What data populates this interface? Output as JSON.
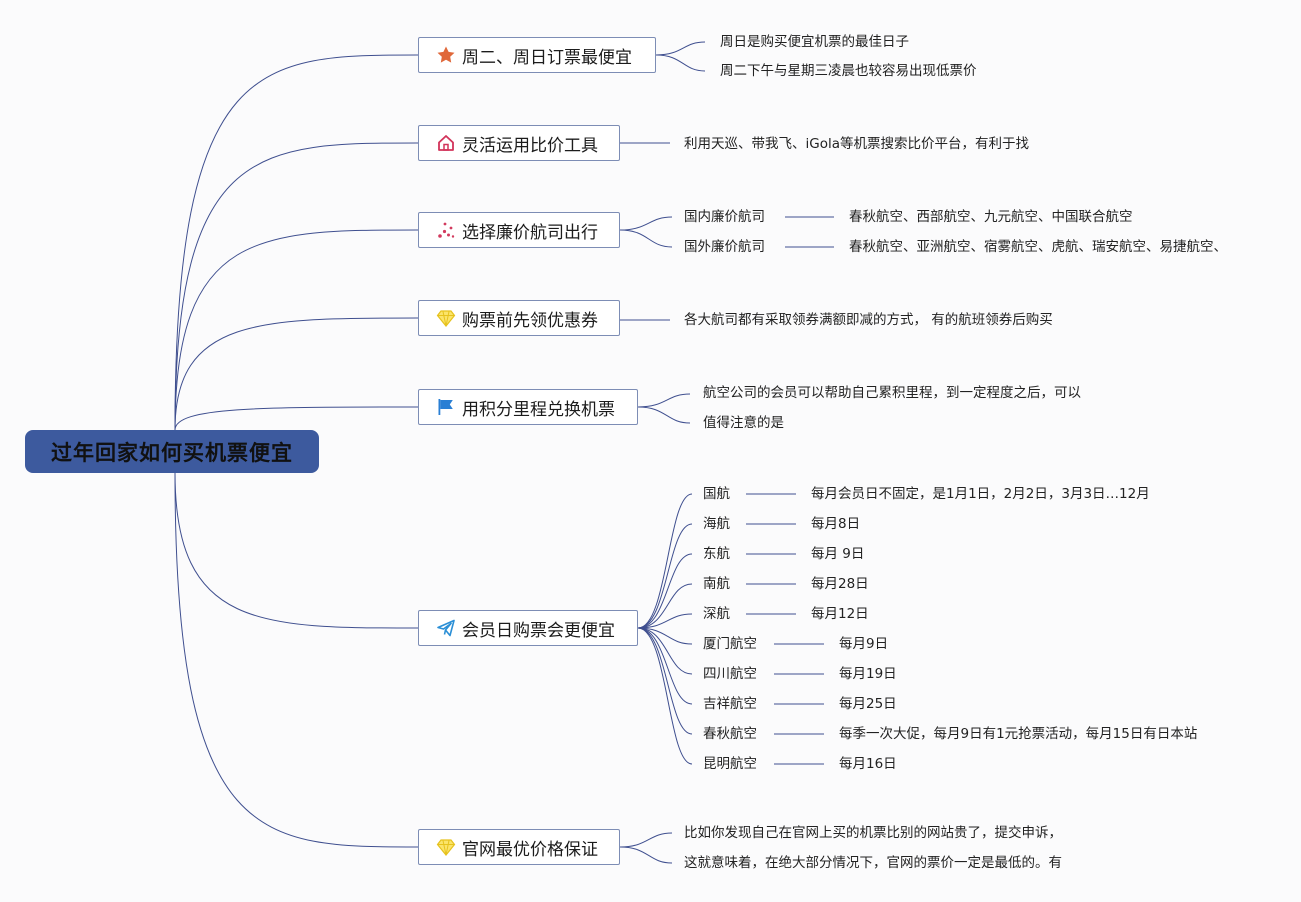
{
  "root": {
    "label": "过年回家如何买机票便宜"
  },
  "topics": [
    {
      "label": "周二、周日订票最便宜",
      "icon": "star-icon",
      "notes": [
        "周日是购买便宜机票的最佳日子",
        "周二下午与星期三凌晨也较容易出现低票价"
      ]
    },
    {
      "label": "灵活运用比价工具",
      "icon": "house-icon",
      "notes": [
        "利用天巡、带我飞、iGola等机票搜索比价平台，有利于找"
      ]
    },
    {
      "label": "选择廉价航司出行",
      "icon": "sparkle-icon",
      "pairs": [
        {
          "label": "国内廉价航司",
          "value": "春秋航空、西部航空、九元航空、中国联合航空"
        },
        {
          "label": "国外廉价航司",
          "value": "春秋航空、亚洲航空、宿雾航空、虎航、瑞安航空、易捷航空、"
        }
      ]
    },
    {
      "label": "购票前先领优惠券",
      "icon": "diamond-icon",
      "notes": [
        "各大航司都有采取领券满额即减的方式， 有的航班领券后购买"
      ]
    },
    {
      "label": "用积分里程兑换机票",
      "icon": "flag-icon",
      "notes": [
        "航空公司的会员可以帮助自己累积里程，到一定程度之后，可以",
        "值得注意的是"
      ]
    },
    {
      "label": "会员日购票会更便宜",
      "icon": "paper-plane-icon",
      "pairs": [
        {
          "label": "国航",
          "value": "每月会员日不固定，是1月1日，2月2日，3月3日…12月"
        },
        {
          "label": "海航",
          "value": "每月8日"
        },
        {
          "label": "东航",
          "value": "每月 9日"
        },
        {
          "label": "南航",
          "value": "每月28日"
        },
        {
          "label": "深航",
          "value": "每月12日"
        },
        {
          "label": "厦门航空",
          "value": "每月9日"
        },
        {
          "label": "四川航空",
          "value": "每月19日"
        },
        {
          "label": "吉祥航空",
          "value": "每月25日"
        },
        {
          "label": "春秋航空",
          "value": "每季一次大促，每月9日有1元抢票活动，每月15日有日本站"
        },
        {
          "label": "昆明航空",
          "value": "每月16日"
        }
      ]
    },
    {
      "label": "官网最优价格保证",
      "icon": "diamond-icon",
      "notes": [
        "比如你发现自己在官网上买的机票比别的网站贵了，提交申诉，",
        "这就意味着，在绝大部分情况下，官网的票价一定是最低的。有"
      ]
    }
  ],
  "colors": {
    "root_fill": "#3d5a9e",
    "topic_border": "#7d8db5",
    "connector": "#3f4f8f",
    "star": "#e0683a",
    "house": "#d2335a",
    "sparkle": "#d23a5e",
    "diamond": "#f2d230",
    "flag": "#2a7fd4",
    "plane": "#2b8fd6"
  }
}
